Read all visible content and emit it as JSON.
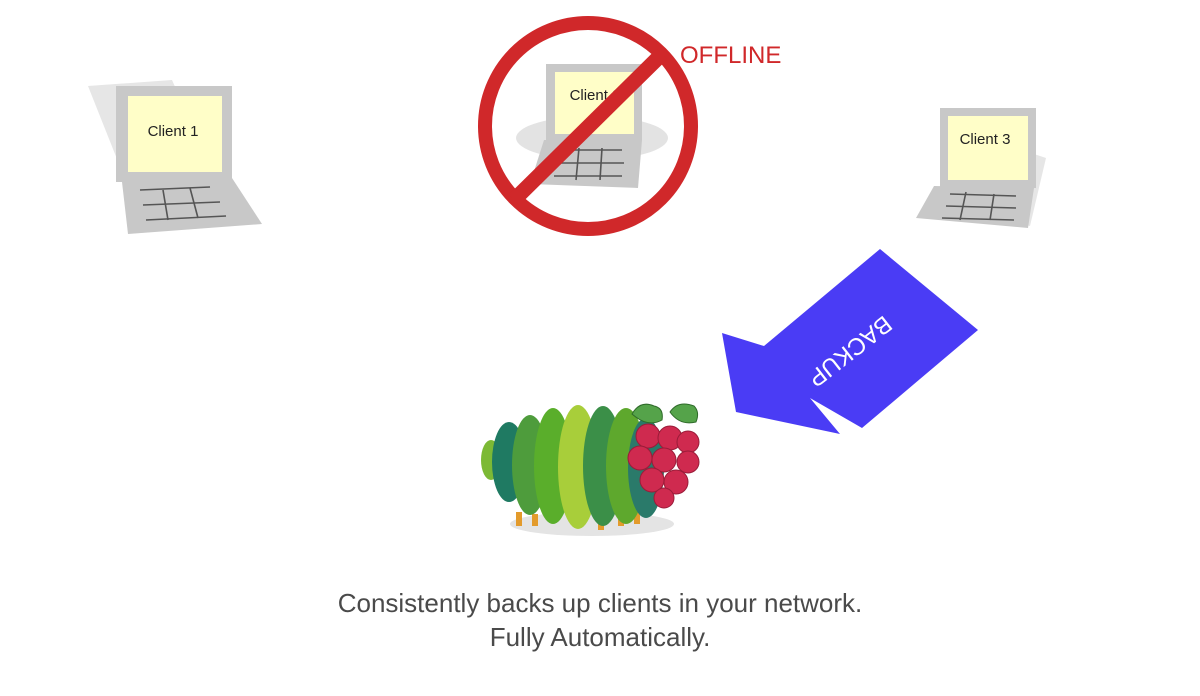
{
  "clients": [
    {
      "label": "Client 1"
    },
    {
      "label": "Client 2"
    },
    {
      "label": "Client 3"
    }
  ],
  "status": {
    "offline_label": "OFFLINE"
  },
  "arrow": {
    "label": "BACKUP"
  },
  "caption": {
    "line1": "Consistently backs up clients in your network.",
    "line2": "Fully Automatically."
  },
  "colors": {
    "laptop_body": "#c8c8c8",
    "laptop_screen": "#fffec8",
    "prohibit_red": "#d0282a",
    "offline_text": "#d0282a",
    "arrow_blue": "#4a3cf5",
    "caption_text": "#4a4a4a"
  },
  "icons": {
    "server": "caterpillar-raspberry-mascot",
    "offline": "prohibition-sign-icon"
  }
}
